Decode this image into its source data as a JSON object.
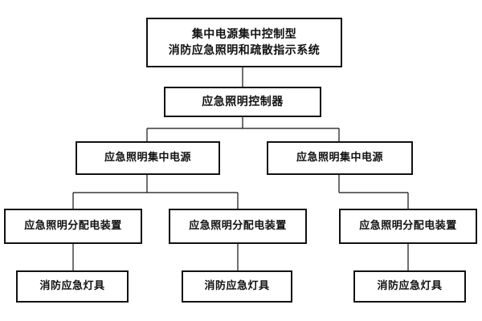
{
  "diagram": {
    "root": {
      "line1": "集中电源集中控制型",
      "line2": "消防应急照明和疏散指示系统"
    },
    "controller": "应急照明控制器",
    "power_supplies": [
      "应急照明集中电源",
      "应急照明集中电源"
    ],
    "distribution_devices": [
      "应急照明分配电装置",
      "应急照明分配电装置",
      "应急照明分配电装置"
    ],
    "lamps": [
      "消防应急灯具",
      "消防应急灯具",
      "消防应急灯具"
    ],
    "colors": {
      "stroke": "#111111",
      "background": "#ffffff"
    }
  }
}
